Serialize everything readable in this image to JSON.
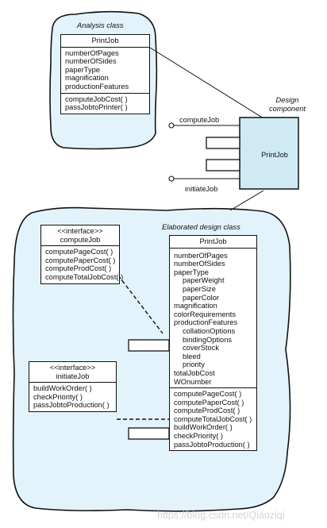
{
  "analysis": {
    "caption": "Analysis class",
    "class_name": "PrintJob",
    "attributes": [
      "numberOfPages",
      "numberOfSides",
      "paperType",
      "magnification",
      "productionFeatures"
    ],
    "operations": [
      "computeJobCost( )",
      "passJobtoPrinter( )"
    ]
  },
  "component": {
    "caption_lines": [
      "Design",
      "component"
    ],
    "name": "PrintJob",
    "interfaces": [
      "computeJob",
      "initiateJob"
    ]
  },
  "elaborated": {
    "caption": "Elaborated design class",
    "class_name": "PrintJob",
    "attributes": [
      {
        "text": "numberOfPages",
        "indent": false
      },
      {
        "text": "numberOfSides",
        "indent": false
      },
      {
        "text": "paperType",
        "indent": false
      },
      {
        "text": "paperWeight",
        "indent": true
      },
      {
        "text": "paperSize",
        "indent": true
      },
      {
        "text": "paperColor",
        "indent": true
      },
      {
        "text": "magnification",
        "indent": false
      },
      {
        "text": "colorRequirements",
        "indent": false
      },
      {
        "text": "productionFeatures",
        "indent": false
      },
      {
        "text": "collationOptions",
        "indent": true
      },
      {
        "text": "bindingOptions",
        "indent": true
      },
      {
        "text": "coverStock",
        "indent": true
      },
      {
        "text": "bleed",
        "indent": true
      },
      {
        "text": "priority",
        "indent": true
      },
      {
        "text": "totalJobCost",
        "indent": false
      },
      {
        "text": "WOnumber",
        "indent": false
      }
    ],
    "operations": [
      "computePageCost( )",
      "computePaperCost( )",
      "computeProdCost( )",
      "computeTotalJobCost( )",
      "buildWorkOrder( )",
      "checkPriority( )",
      "passJobtoProduction( )"
    ]
  },
  "interface_compute": {
    "stereotype": "<<interface>>",
    "name": "computeJob",
    "operations": [
      "computePageCost( )",
      "computePaperCost( )",
      "computeProdCost( )",
      "computeTotalJobCost( )"
    ]
  },
  "interface_initiate": {
    "stereotype": "<<interface>>",
    "name": "initiateJob",
    "operations": [
      "buildWorkOrder( )",
      "checkPriority( )",
      "passJobtoProduction( )"
    ]
  },
  "watermark": "https://blog.csdn.net/Qiaoziqi",
  "colors": {
    "cloud_fill": "#e3f3fb",
    "component_fill": "#cfeaf5",
    "stroke": "#111111",
    "watermark": "#d4d4d4"
  }
}
